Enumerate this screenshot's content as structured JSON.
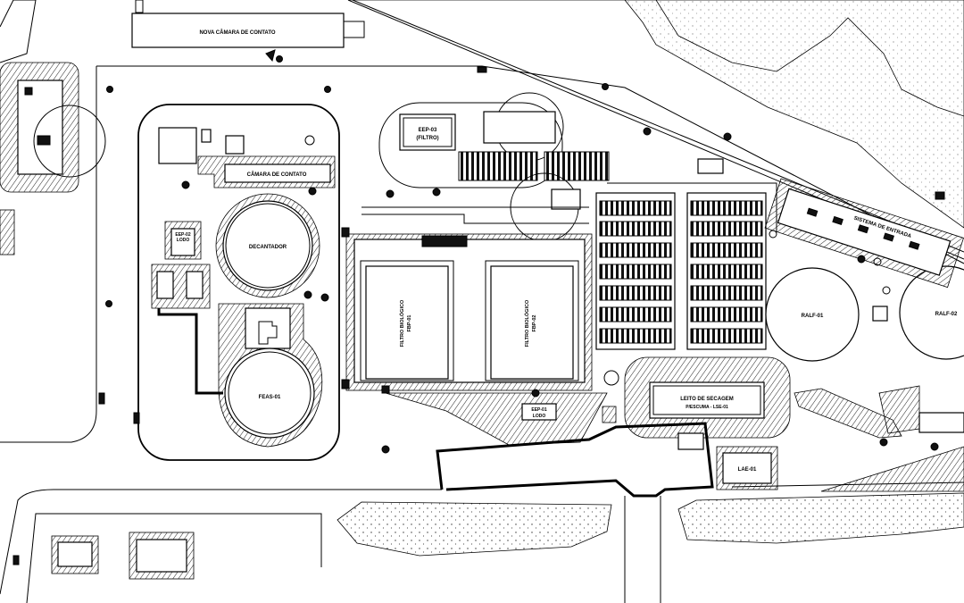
{
  "labels": {
    "nova_camara": "NOVA CÂMARA DE CONTATO",
    "camara": "CÂMARA DE CONTATO",
    "decantador": "DECANTADOR",
    "feas": "FEAS-01",
    "eep_lodo": "EEP-02",
    "lodo1": "LODO",
    "eep_filtro_a": "EEP-03",
    "eep_filtro_b": "(FILTRO)",
    "filtro1_a": "FILTRO BIOLÓGICO",
    "filtro1_b": "FBP-01",
    "filtro2_a": "FILTRO BIOLÓGICO",
    "filtro2_b": "FBP-02",
    "eep_lodo2": "EEP-01",
    "lodo2": "LODO",
    "leito_a": "LEITO DE SECAGEM",
    "leito_b": "P/ESCUMA - LSE-01",
    "ralf1": "RALF-01",
    "ralf2": "RALF-02",
    "sistema": "SISTEMA DE ENTRADA",
    "lae": "LAE-01"
  }
}
